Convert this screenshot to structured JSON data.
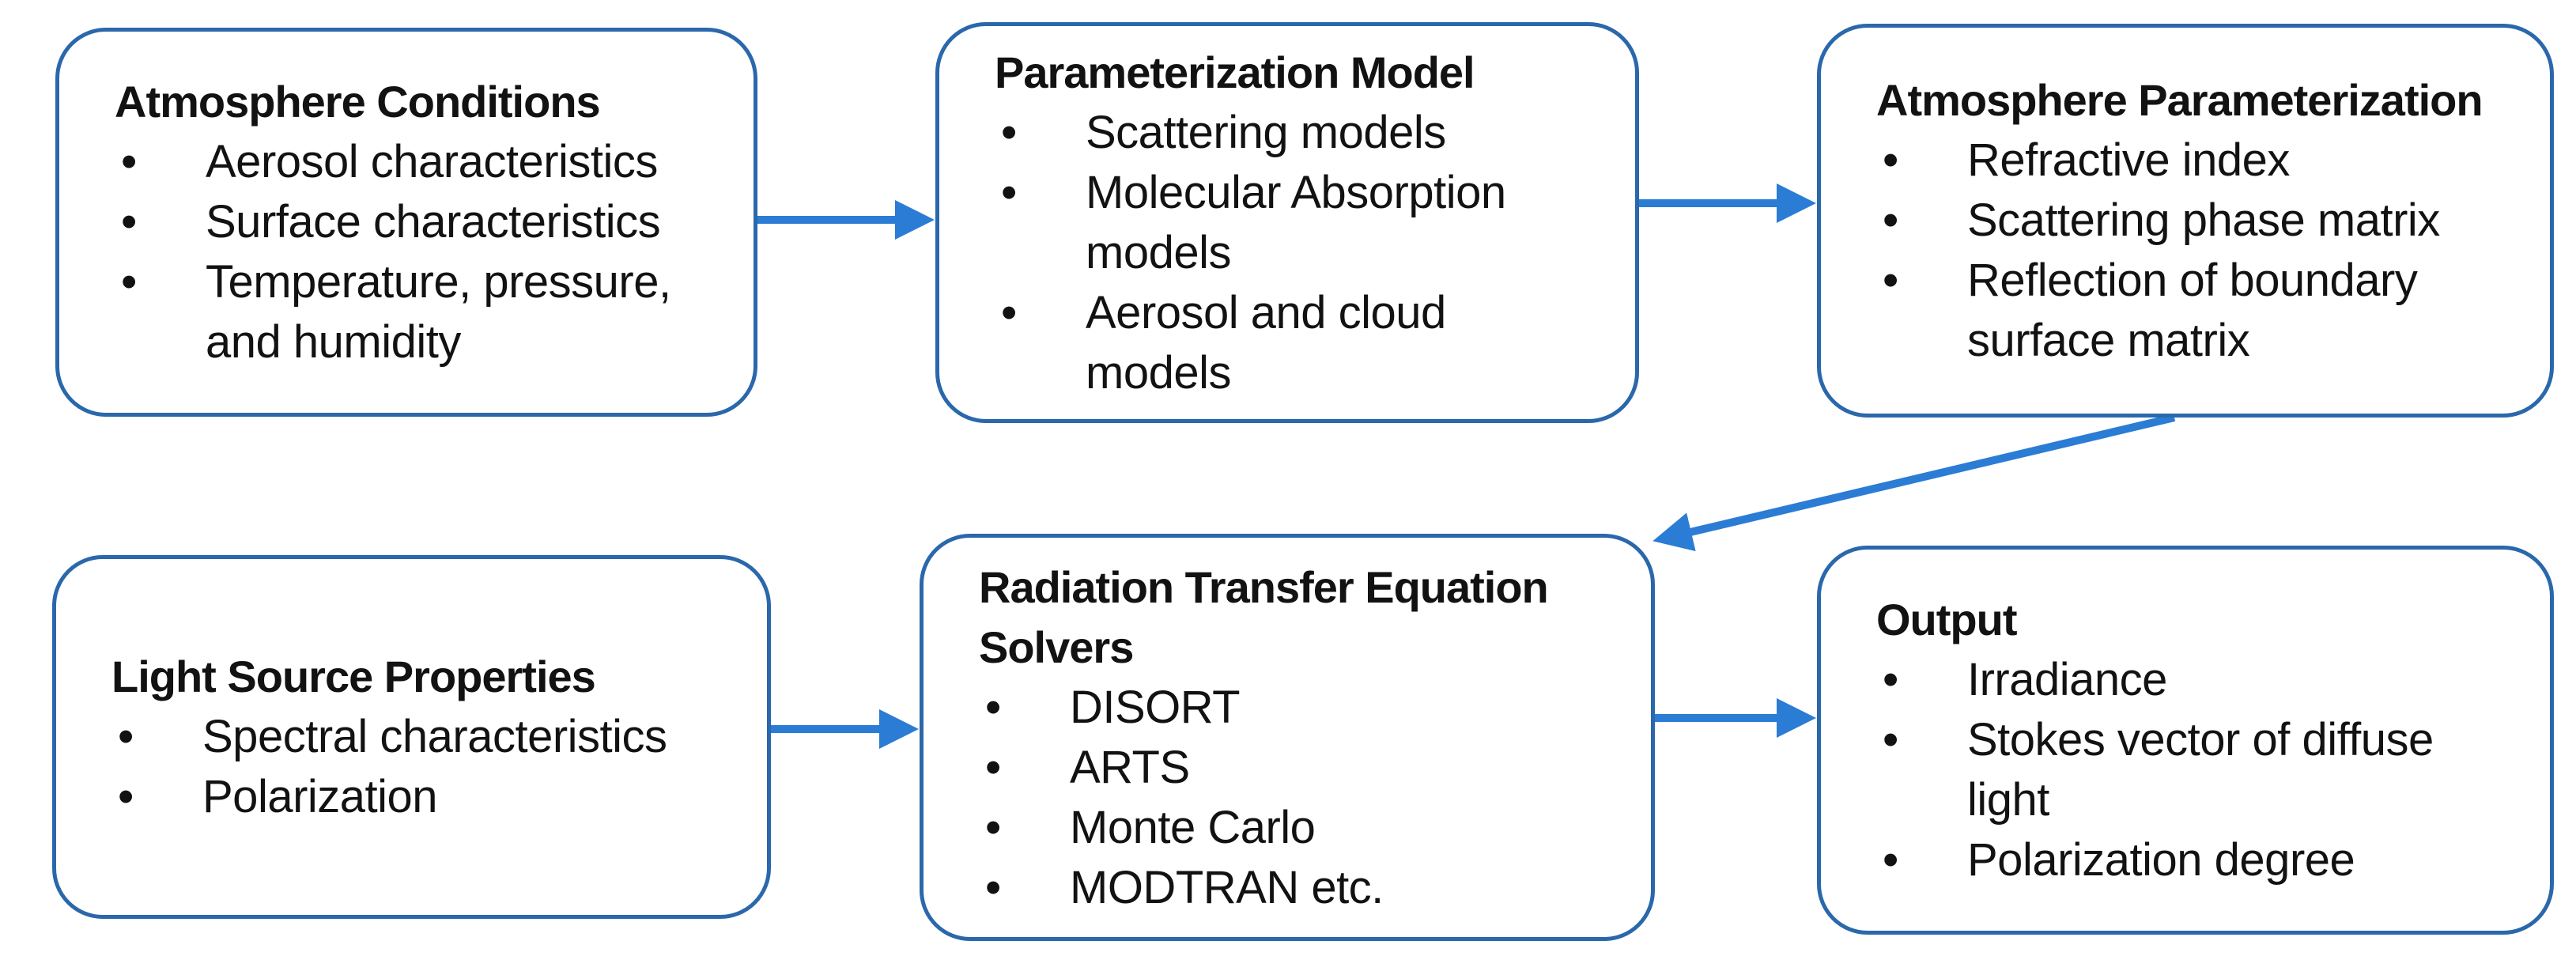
{
  "colors": {
    "box_border": "#2a68ab",
    "arrow": "#2b7cd4",
    "text": "#121212",
    "background": "#ffffff"
  },
  "boxes": [
    {
      "id": "atmosphere-conditions",
      "title": "Atmosphere Conditions",
      "items": [
        "Aerosol characteristics",
        "Surface characteristics",
        "Temperature, pressure, and humidity"
      ]
    },
    {
      "id": "parameterization-model",
      "title": "Parameterization Model",
      "items": [
        "Scattering models",
        "Molecular Absorption models",
        "Aerosol and cloud models"
      ]
    },
    {
      "id": "atmosphere-parameterization",
      "title": "Atmosphere Parameterization",
      "items": [
        "Refractive index",
        "Scattering phase matrix",
        "Reflection of boundary surface matrix"
      ]
    },
    {
      "id": "light-source-properties",
      "title": "Light Source Properties",
      "items": [
        "Spectral characteristics",
        "Polarization"
      ]
    },
    {
      "id": "radiation-transfer-equation-solvers",
      "title": "Radiation Transfer Equation Solvers",
      "items": [
        "DISORT",
        "ARTS",
        "Monte Carlo",
        "MODTRAN etc."
      ]
    },
    {
      "id": "output",
      "title": "Output",
      "items": [
        "Irradiance",
        "Stokes vector of diffuse light",
        "Polarization degree"
      ]
    }
  ],
  "connections": [
    {
      "from": "atmosphere-conditions",
      "to": "parameterization-model"
    },
    {
      "from": "parameterization-model",
      "to": "atmosphere-parameterization"
    },
    {
      "from": "atmosphere-parameterization",
      "to": "radiation-transfer-equation-solvers"
    },
    {
      "from": "light-source-properties",
      "to": "radiation-transfer-equation-solvers"
    },
    {
      "from": "radiation-transfer-equation-solvers",
      "to": "output"
    }
  ]
}
